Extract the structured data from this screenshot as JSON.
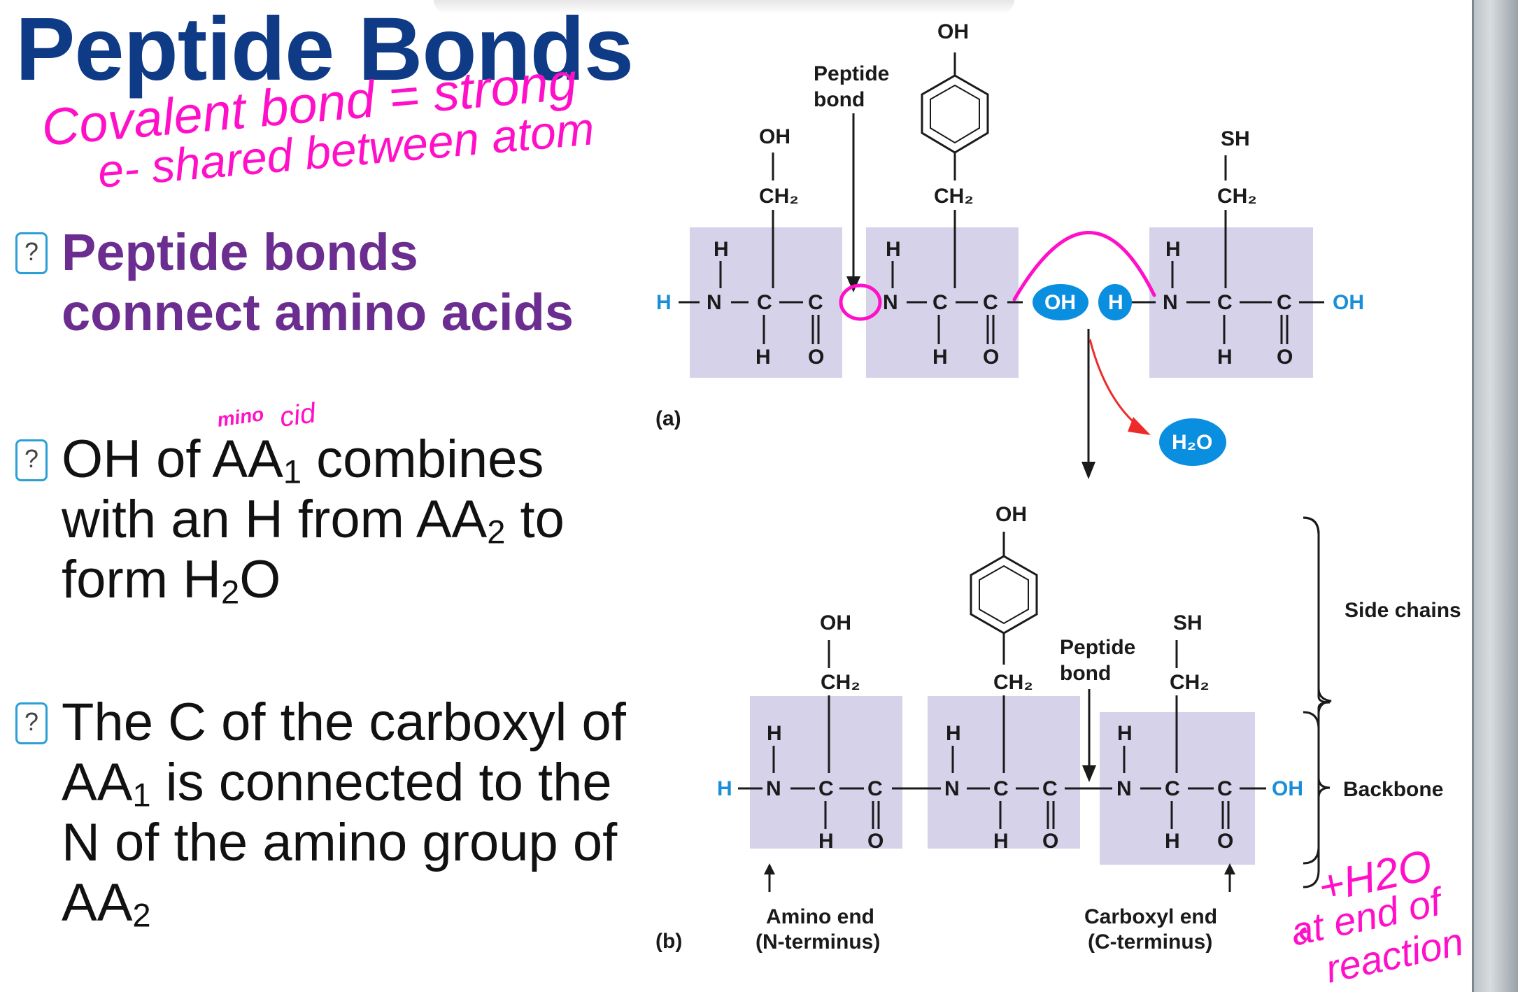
{
  "slide": {
    "title": "Peptide Bonds",
    "bullets": [
      {
        "icon": "?",
        "text": "Peptide bonds connect amino acids"
      },
      {
        "icon": "?",
        "pre": "OH of AA",
        "s1": "1",
        "mid1": " combines with an H from AA",
        "s2": "2",
        "mid2": " to form H",
        "s3": "2",
        "end": "O"
      },
      {
        "icon": "?",
        "pre": "The C of the carboxyl of AA",
        "s1": "1",
        "mid": " is connected to the N of the amino group of AA",
        "s2": "2"
      }
    ]
  },
  "figure_labels": {
    "peptide_bond": "Peptide bond",
    "part_a": "(a)",
    "part_b": "(b)",
    "side_chains": "Side chains",
    "backbone": "Backbone",
    "amino_end_1": "Amino end",
    "amino_end_2": "(N-terminus)",
    "carboxyl_end_1": "Carboxyl end",
    "carboxyl_end_2": "(C-terminus)",
    "oh": "OH",
    "h": "H",
    "h2o": "H₂O",
    "ch2": "CH₂",
    "sh": "SH"
  },
  "handwriting": {
    "line1": "Covalent bond = strong",
    "line2": "e- shared between atom",
    "note_amino": "mino",
    "note_acid": "cid",
    "note_end1": "+H2O",
    "note_end2": "at end of",
    "note_end3": "reaction"
  },
  "colors": {
    "title": "#0e3a86",
    "bullet_bold": "#6b2d8f",
    "residue_box": "#d5d2ea",
    "highlight": "#0a8ee0",
    "ink": "#ff10c8",
    "terminal_h": "#1a8fd8"
  }
}
